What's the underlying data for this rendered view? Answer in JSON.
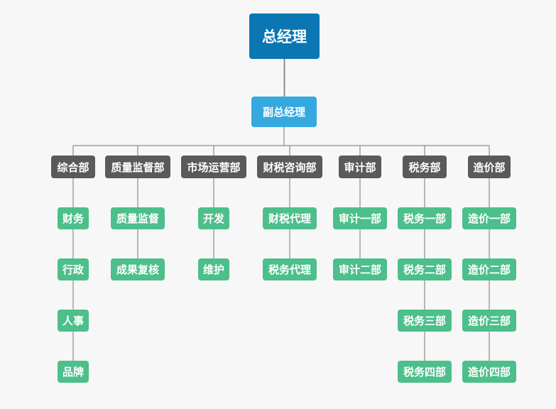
{
  "org": {
    "root": "总经理",
    "vice": "副总经理",
    "departments": [
      {
        "name": "综合部",
        "children": [
          "财务",
          "行政",
          "人事",
          "品牌"
        ]
      },
      {
        "name": "质量监督部",
        "children": [
          "质量监督",
          "成果复核"
        ]
      },
      {
        "name": "市场运营部",
        "children": [
          "开发",
          "维护"
        ]
      },
      {
        "name": "财税咨询部",
        "children": [
          "财税代理",
          "税务代理"
        ]
      },
      {
        "name": "审计部",
        "children": [
          "审计一部",
          "审计二部"
        ]
      },
      {
        "name": "税务部",
        "children": [
          "税务一部",
          "税务二部",
          "税务三部",
          "税务四部"
        ]
      },
      {
        "name": "造价部",
        "children": [
          "造价一部",
          "造价二部",
          "造价三部",
          "造价四部"
        ]
      }
    ]
  },
  "colors": {
    "root": "#0a77b4",
    "vice": "#35a8df",
    "department": "#5a5a5a",
    "leaf": "#4cbf8a",
    "connector": "#8c8c8c",
    "background": "#f7f7f7"
  }
}
